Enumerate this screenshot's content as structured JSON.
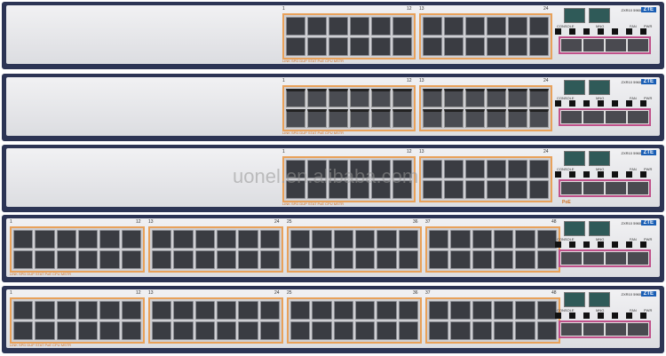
{
  "watermark": "uonel.en.alibaba.com",
  "brand": "ZTE",
  "model": "ZXR10 5960",
  "labels": {
    "console": "CONSOLE",
    "mng": "MNG",
    "poe": "PoE",
    "leds": "LINK SPD DUP STAT PoE CPU MSTR",
    "fan": "FAN",
    "pwr": "PWR"
  },
  "colors": {
    "bezel": "#2c3454",
    "port_frame": "#e8a15a",
    "sfp_frame": "#c0508a",
    "brand": "#1b5fb5"
  },
  "units": [
    {
      "type": "rj45",
      "ports": 24,
      "poe": false
    },
    {
      "type": "sfp",
      "ports": 24,
      "poe": false
    },
    {
      "type": "rj45",
      "ports": 24,
      "poe": true
    },
    {
      "type": "rj45",
      "ports": 48,
      "poe": false
    },
    {
      "type": "rj45",
      "ports": 48,
      "poe": false
    }
  ]
}
